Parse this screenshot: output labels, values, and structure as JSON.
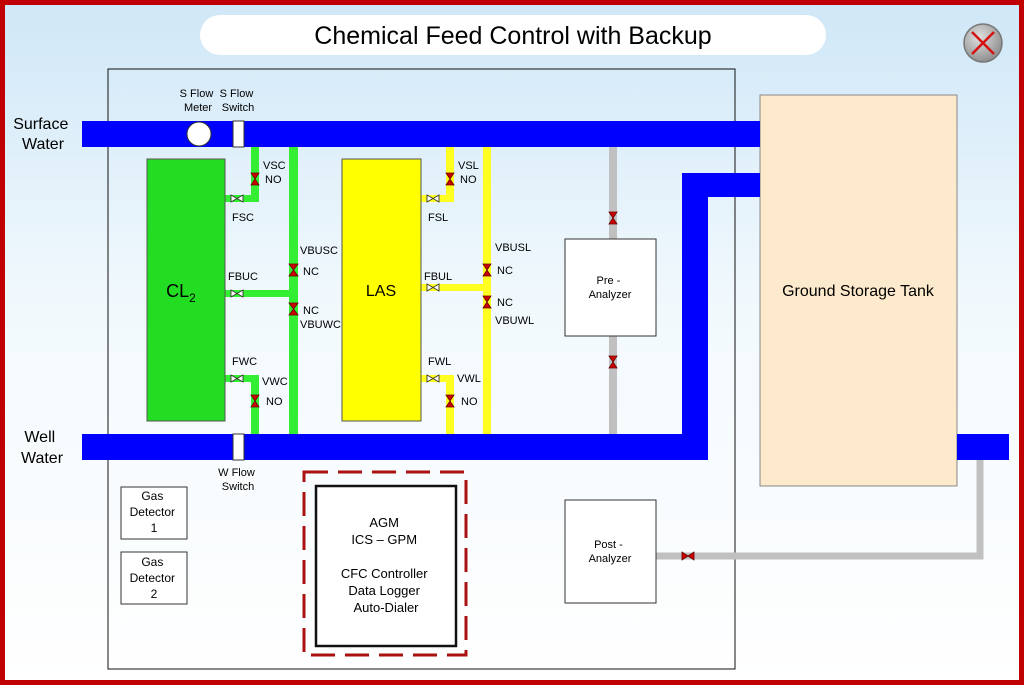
{
  "title": "Chemical Feed Control with Backup",
  "close_icon": "close-icon",
  "colors": {
    "frame": "#c00000",
    "pipe_water": "#0000ff",
    "pipe_cl2": "#33ee33",
    "pipe_las": "#ffff22",
    "pipe_sample": "#c0c0c0",
    "cl2_tank": "#22dd22",
    "las_tank": "#ffff00",
    "storage_tank": "#fde9cc",
    "valve": "#cc0000"
  },
  "sources": {
    "surface_line1": "Surface",
    "surface_line2": "Water",
    "well_line1": "Well",
    "well_line2": "Water"
  },
  "instruments": {
    "s_flow_meter_line1": "S Flow",
    "s_flow_meter_line2": "Meter",
    "s_flow_switch_line1": "S Flow",
    "s_flow_switch_line2": "Switch",
    "w_flow_switch_line1": "W Flow",
    "w_flow_switch_line2": "Switch"
  },
  "tanks": {
    "cl2_main": "CL",
    "cl2_sub": "2",
    "las": "LAS",
    "storage": "Ground Storage Tank"
  },
  "valves": {
    "vsc": "VSC",
    "vsc_state": "NO",
    "fsc": "FSC",
    "vbusc": "VBUSC",
    "vbusc_state": "NC",
    "fbuc": "FBUC",
    "vbuwc": "VBUWC",
    "vbuwc_state": "NC",
    "fwc": "FWC",
    "vwc": "VWC",
    "vwc_state": "NO",
    "vsl": "VSL",
    "vsl_state": "NO",
    "fsl": "FSL",
    "vbusl": "VBUSL",
    "vbusl_state": "NC",
    "fbul": "FBUL",
    "vbuwl": "VBUWL",
    "vbuwl_state": "NC",
    "fwl": "FWL",
    "vwl": "VWL",
    "vwl_state": "NO"
  },
  "analyzers": {
    "pre_line1": "Pre -",
    "pre_line2": "Analyzer",
    "post_line1": "Post -",
    "post_line2": "Analyzer"
  },
  "gas_detectors": {
    "d1_line1": "Gas",
    "d1_line2": "Detector",
    "d1_line3": "1",
    "d2_line1": "Gas",
    "d2_line2": "Detector",
    "d2_line3": "2"
  },
  "controller": {
    "line1": "AGM",
    "line2": "ICS – GPM",
    "line3": "CFC Controller",
    "line4": "Data Logger",
    "line5": "Auto-Dialer"
  }
}
